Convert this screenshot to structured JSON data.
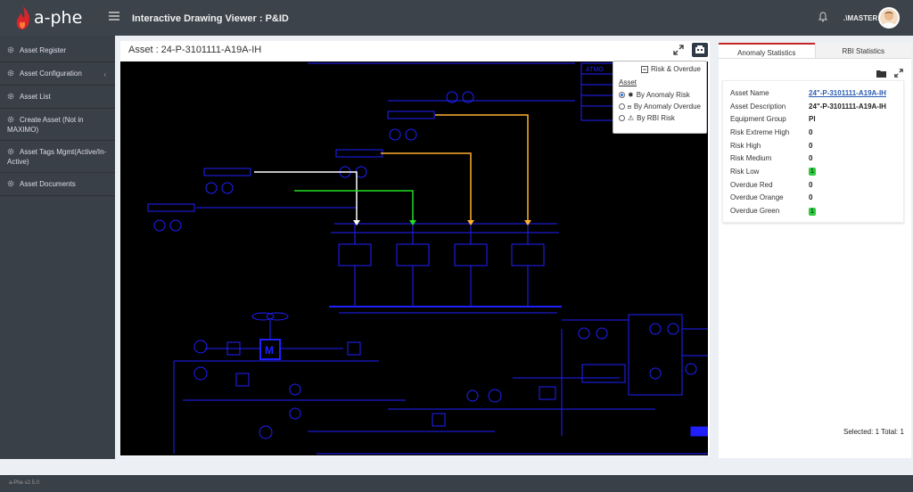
{
  "brand": {
    "name": "a-phe",
    "version": "a-Phe v2.5.0"
  },
  "header": {
    "title": "Interactive Drawing Viewer : P&ID",
    "user": ".\\MASTER"
  },
  "sidebar": {
    "items": [
      {
        "label": "Asset Register",
        "icon": "gear-icon"
      },
      {
        "label": "Asset Configuration",
        "icon": "gear-icon",
        "has_chevron": true
      },
      {
        "label": "Asset List",
        "icon": "gear-icon"
      },
      {
        "label": "Create Asset (Not in MAXIMO)",
        "icon": "gear-icon"
      },
      {
        "label": "Asset Tags Mgmt(Active/In-Active)",
        "icon": "gear-icon"
      },
      {
        "label": "Asset Documents",
        "icon": "gear-icon"
      }
    ]
  },
  "viewer": {
    "title": "Asset : 24-P-3101111-A19A-IH",
    "drawing_label": "ATMO",
    "motor_label": "M",
    "popup": {
      "header": "Risk & Overdue",
      "section": "Asset",
      "options": [
        {
          "label": "By Anomaly Risk",
          "selected": true
        },
        {
          "label": "By Anomaly Overdue",
          "selected": false
        },
        {
          "label": "By RBI Risk",
          "selected": false
        }
      ]
    }
  },
  "panel": {
    "tabs": [
      "Anomaly Statistics",
      "RBI Statistics"
    ],
    "stats": {
      "asset_name_label": "Asset Name",
      "asset_name": "24\"-P-3101111-A19A-IH",
      "asset_desc_label": "Asset Description",
      "asset_desc": "24\"-P-3101111-A19A-IH",
      "equip_group_label": "Equipment Group",
      "equip_group": "PI",
      "extreme_label": "Risk Extreme High",
      "extreme": "0",
      "high_label": "Risk High",
      "high": "0",
      "medium_label": "Risk Medium",
      "medium": "0",
      "low_label": "Risk Low",
      "low": "1",
      "od_red_label": "Overdue Red",
      "od_red": "0",
      "od_orange_label": "Overdue Orange",
      "od_orange": "0",
      "od_green_label": "Overdue Green",
      "od_green": "1"
    },
    "selection": "Selected: 1 Total: 1"
  },
  "colors": {
    "accent": "#c52628",
    "topbar": "#3c434a",
    "sidebar": "#3a4047",
    "drawing_line": "#1a1aff",
    "badge_green": "#2ecc40"
  }
}
